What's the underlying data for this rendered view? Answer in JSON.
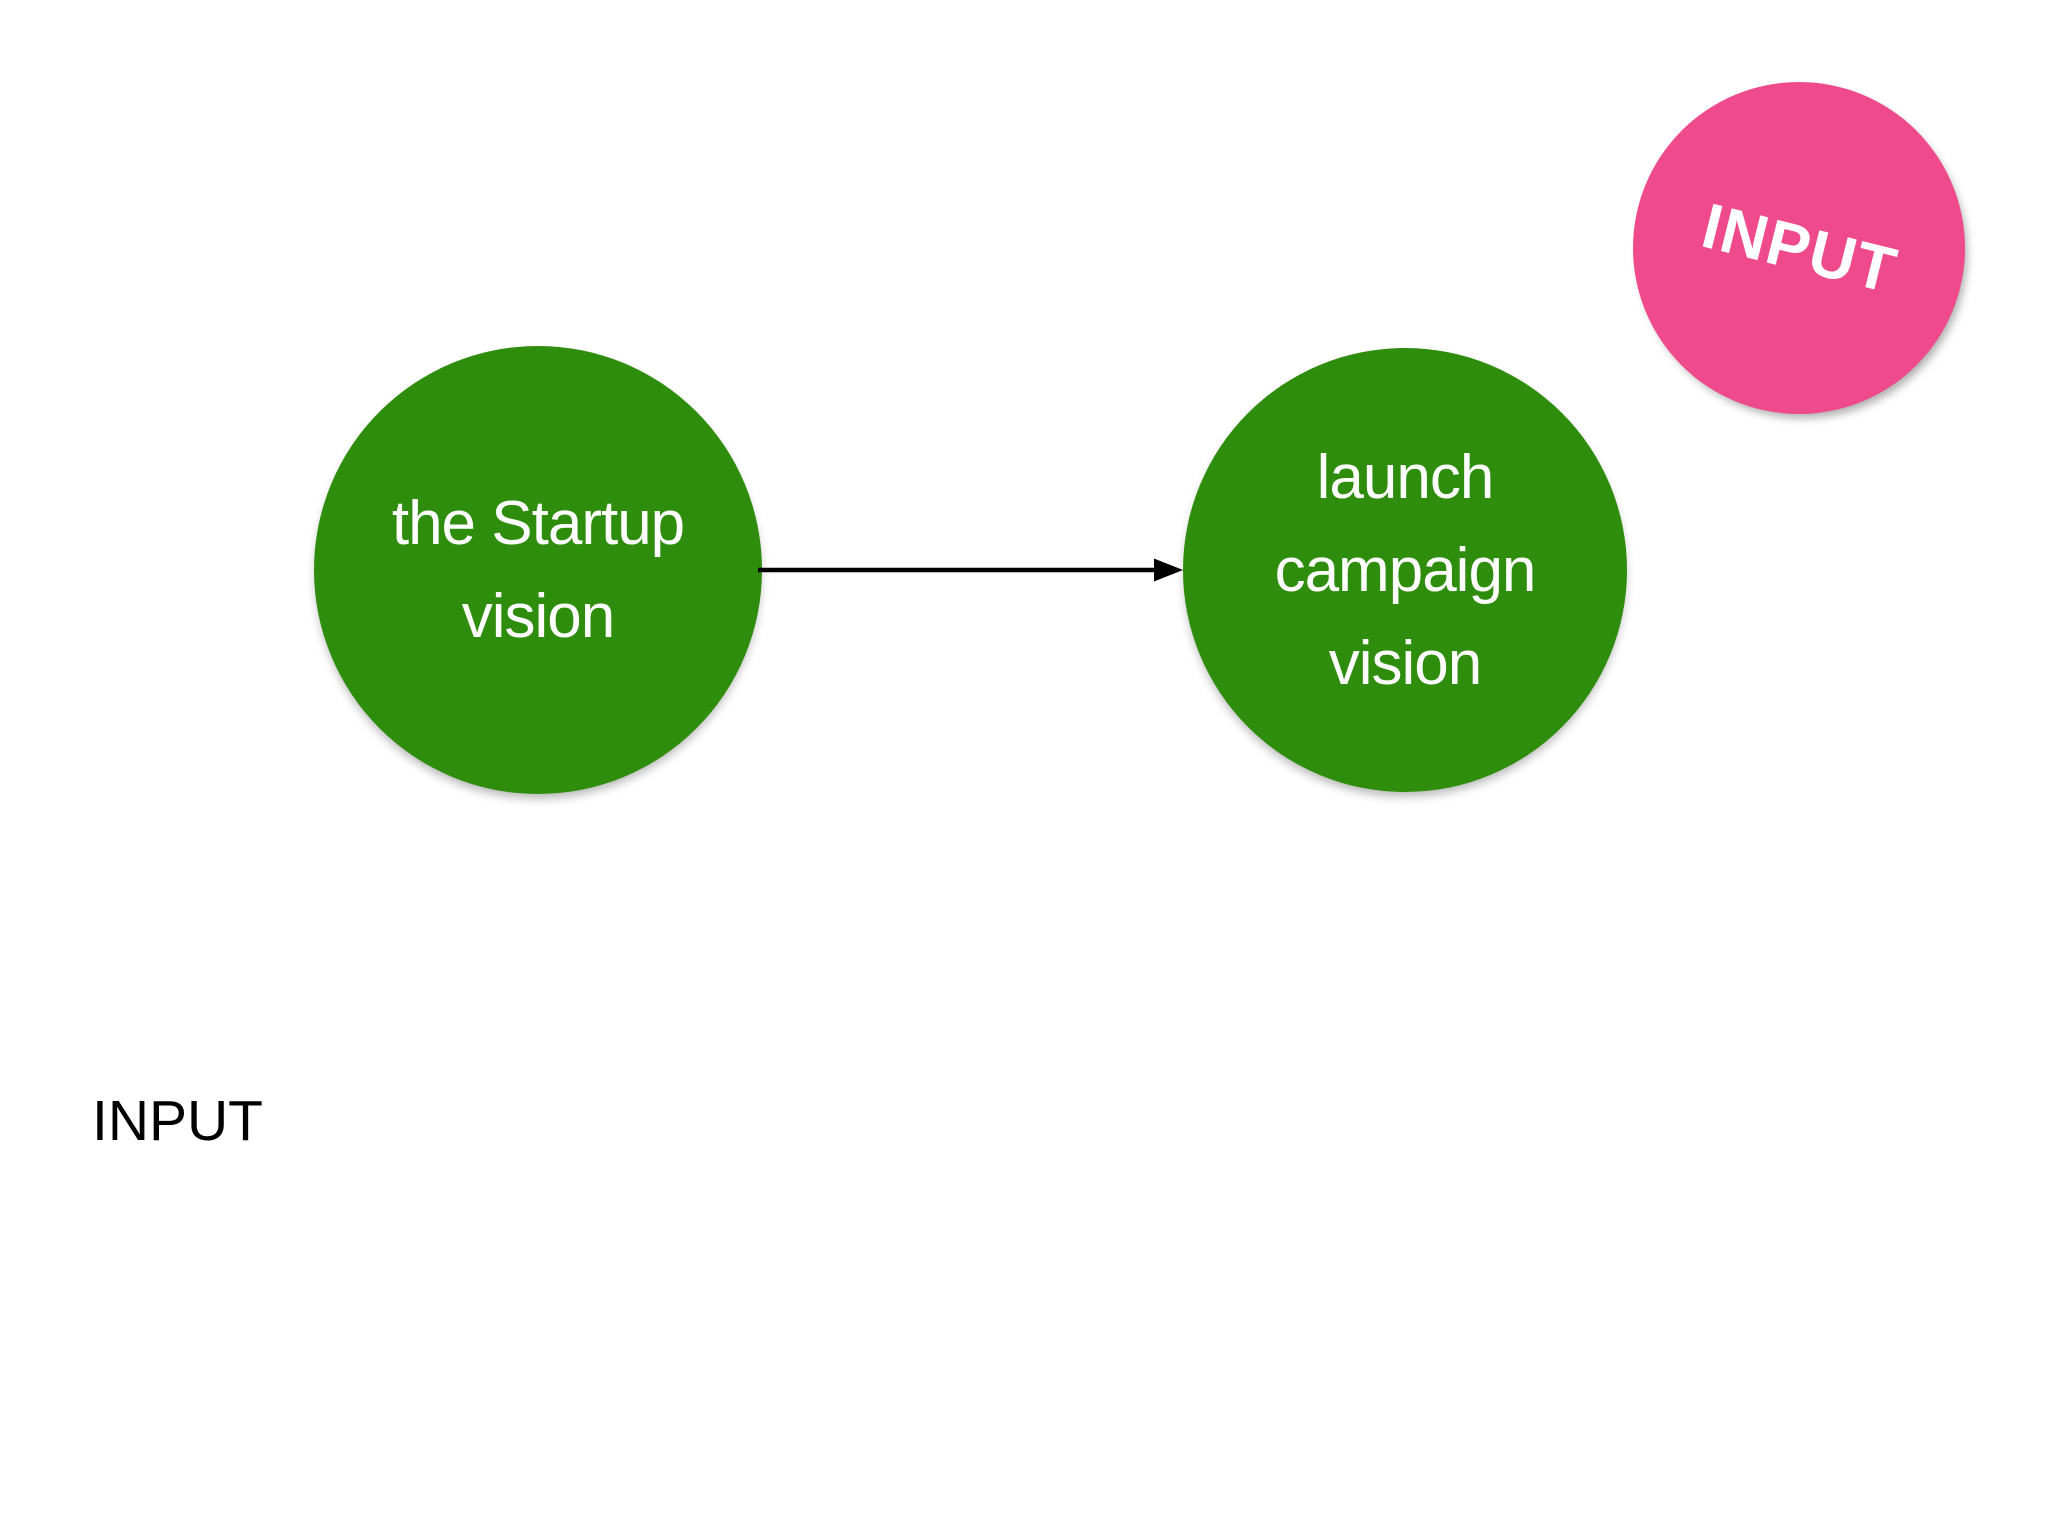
{
  "diagram": {
    "nodes": {
      "startup_vision": {
        "label": "the Startup\nvision",
        "color": "#2e8d0c",
        "text_color": "#ffffff",
        "shape": "circle"
      },
      "launch_campaign_vision": {
        "label": "launch\ncampaign\nvision",
        "color": "#2e8d0c",
        "text_color": "#ffffff",
        "shape": "circle"
      }
    },
    "connector": {
      "from": "startup_vision",
      "to": "launch_campaign_vision",
      "style": "arrow",
      "color": "#000000"
    },
    "badge": {
      "label": "INPUT",
      "color": "#ee4a8c",
      "text_color": "#ffffff",
      "rotation_deg": 14,
      "shape": "circle"
    },
    "caption": {
      "text": "INPUT",
      "color": "#000000"
    }
  }
}
